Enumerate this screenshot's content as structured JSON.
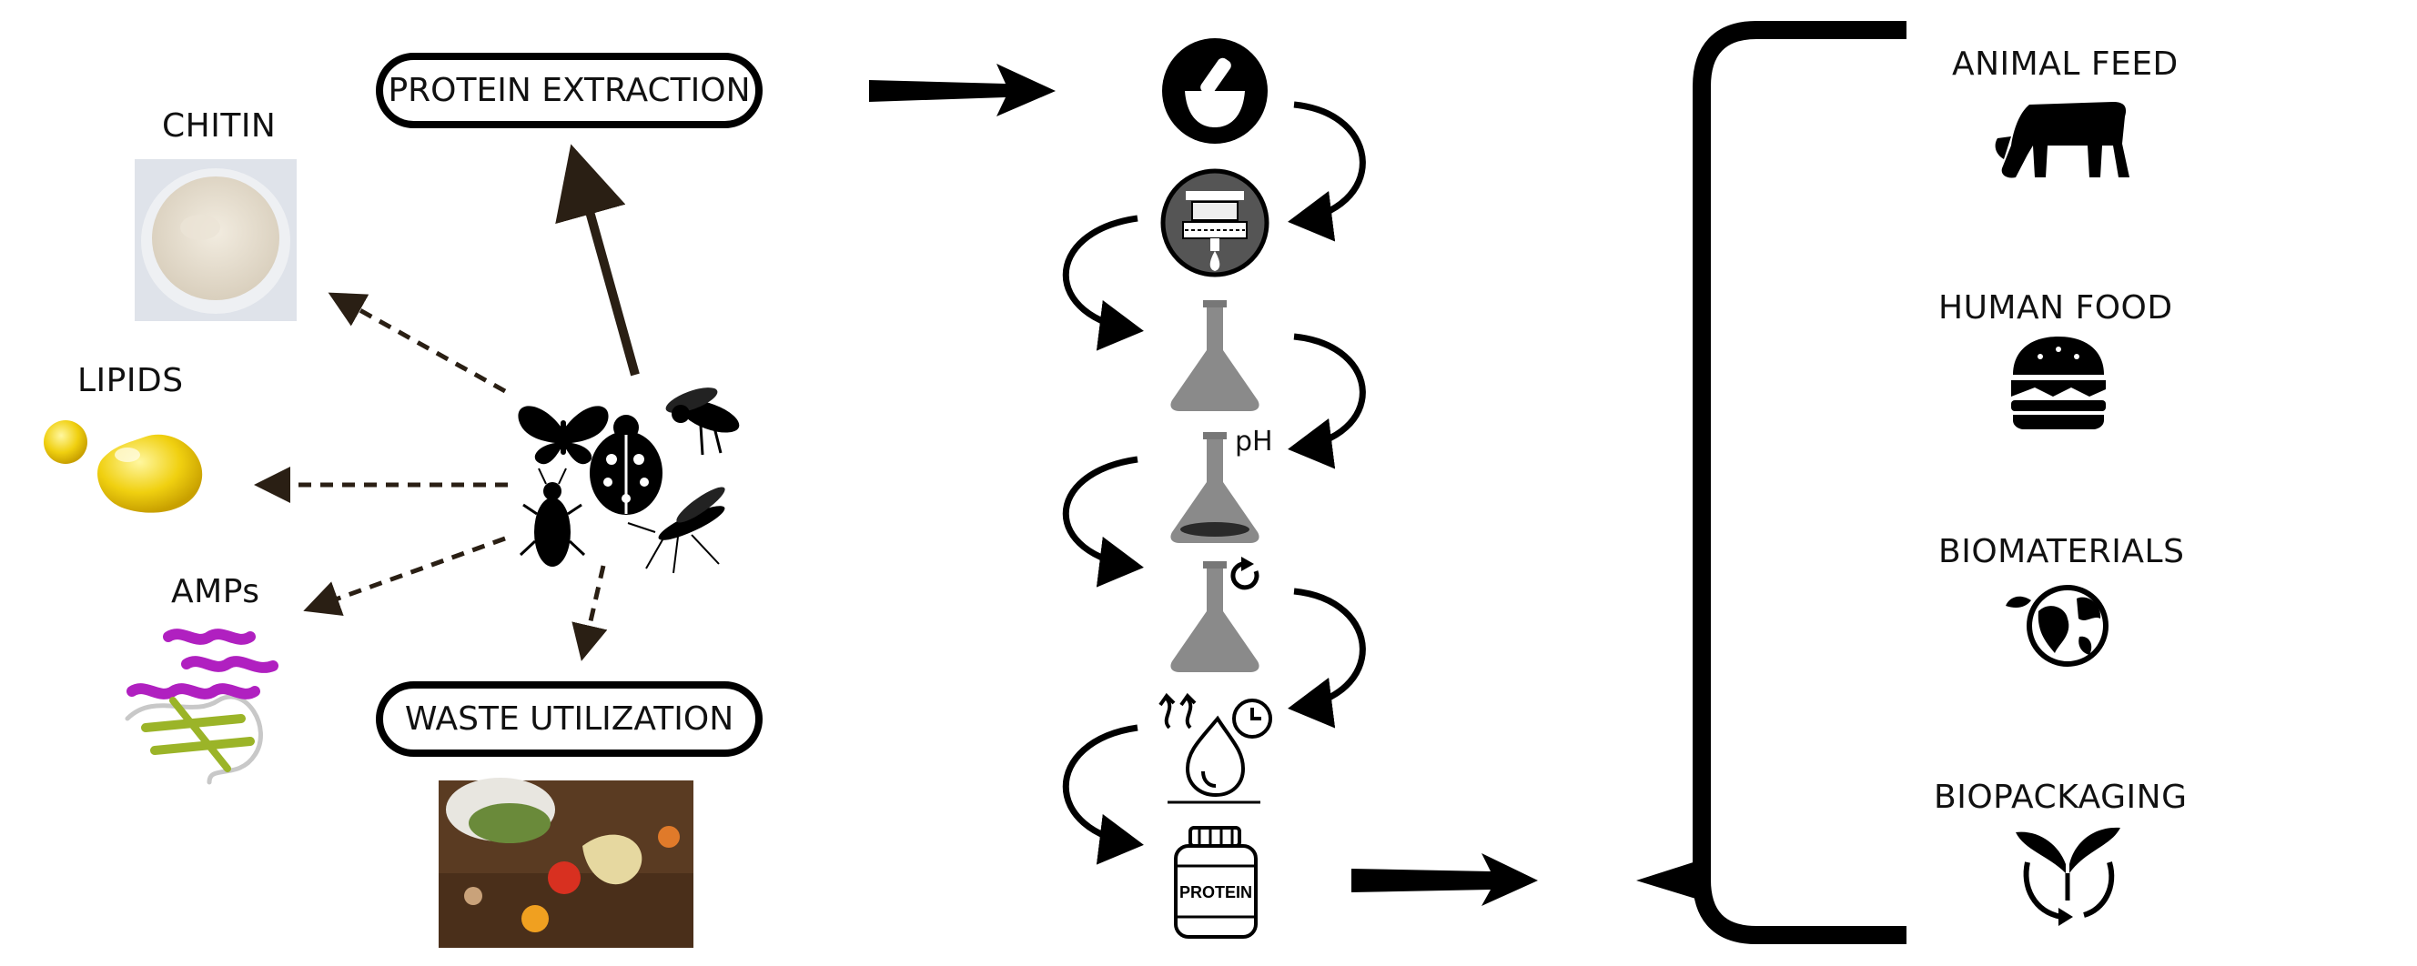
{
  "sources": {
    "chitin": "CHITIN",
    "lipids": "LIPIDS",
    "amps": "AMPs"
  },
  "processes": {
    "protein_extraction": "PROTEIN EXTRACTION",
    "waste_utilization": "WASTE UTILIZATION"
  },
  "steps": {
    "ph_label": "pH",
    "jar_label": "PROTEIN"
  },
  "applications": {
    "animal_feed": "ANIMAL FEED",
    "human_food": "HUMAN FOOD",
    "biomaterials": "BIOMATERIALS",
    "biopackaging": "BIOPACKAGING"
  },
  "icons": [
    "mortar-pestle-icon",
    "press-filter-icon",
    "flask-icon",
    "flask-ph-icon",
    "flask-refresh-icon",
    "heat-timer-icon",
    "protein-jar-icon",
    "cow-icon",
    "burger-icon",
    "globe-leaf-icon",
    "recycle-leaves-icon",
    "butterfly-icon",
    "ladybug-icon",
    "fly-icon",
    "beetle-icon",
    "mosquito-icon"
  ],
  "colors": {
    "ink": "#000000",
    "flask_grey": "#8a8a8a",
    "lipid_yellow": "#f2d21a",
    "protein_purple": "#b020c0",
    "protein_green": "#9bb428"
  }
}
